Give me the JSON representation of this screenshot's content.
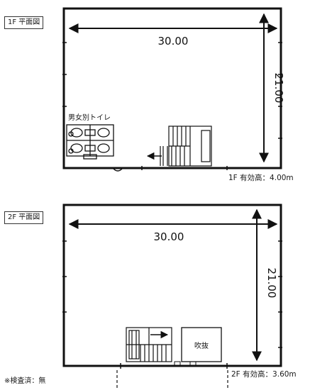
{
  "floor1": {
    "label": "1F 平面図",
    "width_label": "30.00",
    "depth_label": "21.00",
    "toilet_label": "男女別トイレ",
    "height_label": "1F 有効高：4.00m"
  },
  "floor2": {
    "label": "2F 平面図",
    "width_label": "30.00",
    "depth_label": "21.00",
    "void_label": "吹抜",
    "height_label": "2F 有効高：3.60m"
  },
  "note": "※検査済：無"
}
